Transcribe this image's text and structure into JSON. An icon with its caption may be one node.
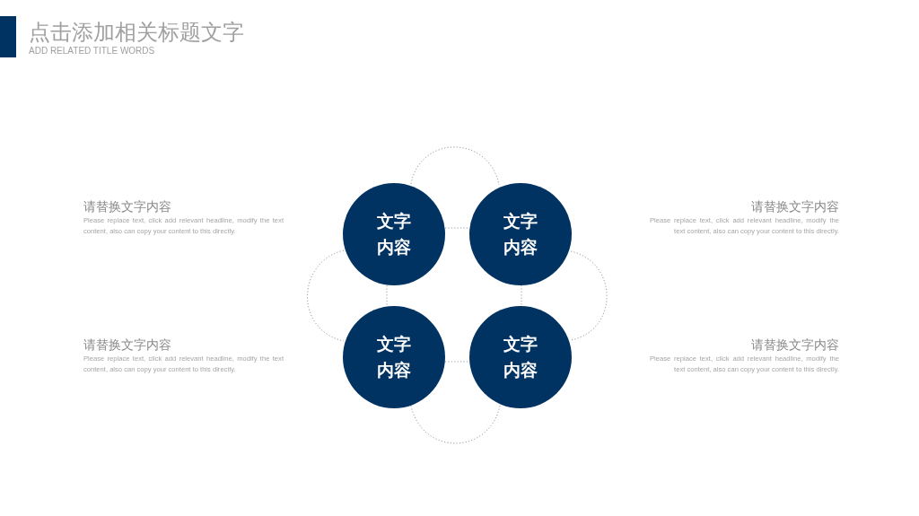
{
  "diagram": {
    "title": "点击添加相关标题文字",
    "nodes": [
      {
        "text": [
          "文字内容"
        ]
      },
      {
        "text": [
          "文字内容"
        ]
      },
      {
        "text": [
          "文字内容"
        ]
      },
      {
        "text": [
          "文字内容"
        ]
      }
    ],
    "edges": [
      {
        "from": 0,
        "to": 1,
        "arrow": "none",
        "style": "dashed"
      },
      {
        "from": 0,
        "to": 1,
        "arrow": "none",
        "style": "dashed"
      },
      {
        "from": 0,
        "to": 2,
        "arrow": "none",
        "style": "dashed"
      },
      {
        "from": 0,
        "to": 2,
        "arrow": "none",
        "style": "dashed"
      },
      {
        "from": 1,
        "to": 3,
        "arrow": "none",
        "style": "dashed"
      },
      {
        "from": 1,
        "to": 3,
        "arrow": "none",
        "style": "dashed"
      },
      {
        "from": 2,
        "to": 3,
        "arrow": "none",
        "style": "dashed"
      },
      {
        "from": 2,
        "to": 3,
        "arrow": "none",
        "style": "dashed"
      }
    ],
    "labels": [
      "ADD RELATED TITLE WORDS",
      "请替换文字内容",
      "Please replace text, click add relevant headline, modify the text content, also can copy your content to this directly.",
      "请替换文字内容",
      "Please replace text, click add relevant headline, modify the text content, also can copy your content to this directly.",
      "请替换文字内容",
      "Please replace text, click add relevant headline, modify the text content, also can copy your content to this directly.",
      "请替换文字内容",
      "Please replace text, click add relevant headline, modify the text content, also can copy your content to this directly."
    ]
  }
}
